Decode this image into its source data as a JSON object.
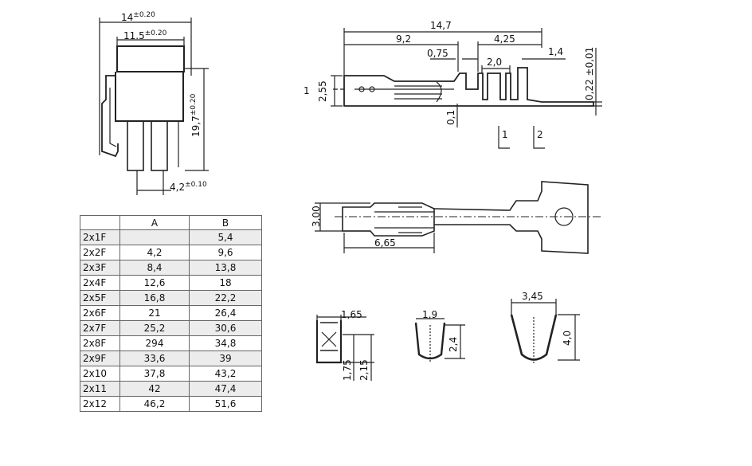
{
  "housing": {
    "dim_width": "14",
    "dim_width_tol": "±0.20",
    "dim_inner": "11.5",
    "dim_inner_tol": "±0.20",
    "dim_height": "19,7",
    "dim_height_tol": "±0.20",
    "dim_pitch": "4,2",
    "dim_pitch_tol": "±0.10"
  },
  "table": {
    "headers": [
      "",
      "A",
      "B"
    ],
    "rows": [
      [
        "2x1F",
        "",
        "5,4"
      ],
      [
        "2x2F",
        "4,2",
        "9,6"
      ],
      [
        "2x3F",
        "8,4",
        "13,8"
      ],
      [
        "2x4F",
        "12,6",
        "18"
      ],
      [
        "2x5F",
        "16,8",
        "22,2"
      ],
      [
        "2x6F",
        "21",
        "26,4"
      ],
      [
        "2x7F",
        "25,2",
        "30,6"
      ],
      [
        "2x8F",
        "294",
        "34,8"
      ],
      [
        "2x9F",
        "33,6",
        "39"
      ],
      [
        "2x10",
        "37,8",
        "43,2"
      ],
      [
        "2x11",
        "42",
        "47,4"
      ],
      [
        "2x12",
        "46,2",
        "51,6"
      ]
    ]
  },
  "terminal_side": {
    "overall": "14,7",
    "left_seg": "9,2",
    "right_seg": "4,25",
    "gap_075": "0,75",
    "gap_20": "2,0",
    "tab_14": "1,4",
    "height": "2,55",
    "thickness": "0,1",
    "strip": "0,22 ±0,01",
    "section_1": "1",
    "section_2": "2",
    "marker_left": "1"
  },
  "terminal_top": {
    "width": "3,00",
    "length": "6,65"
  },
  "sections": {
    "s1_width": "1,65",
    "s1_h1": "1,75",
    "s1_h2": "2,15",
    "s2_width": "1,9",
    "s2_height": "2,4",
    "s3_width": "3,45",
    "s3_height": "4,0"
  }
}
